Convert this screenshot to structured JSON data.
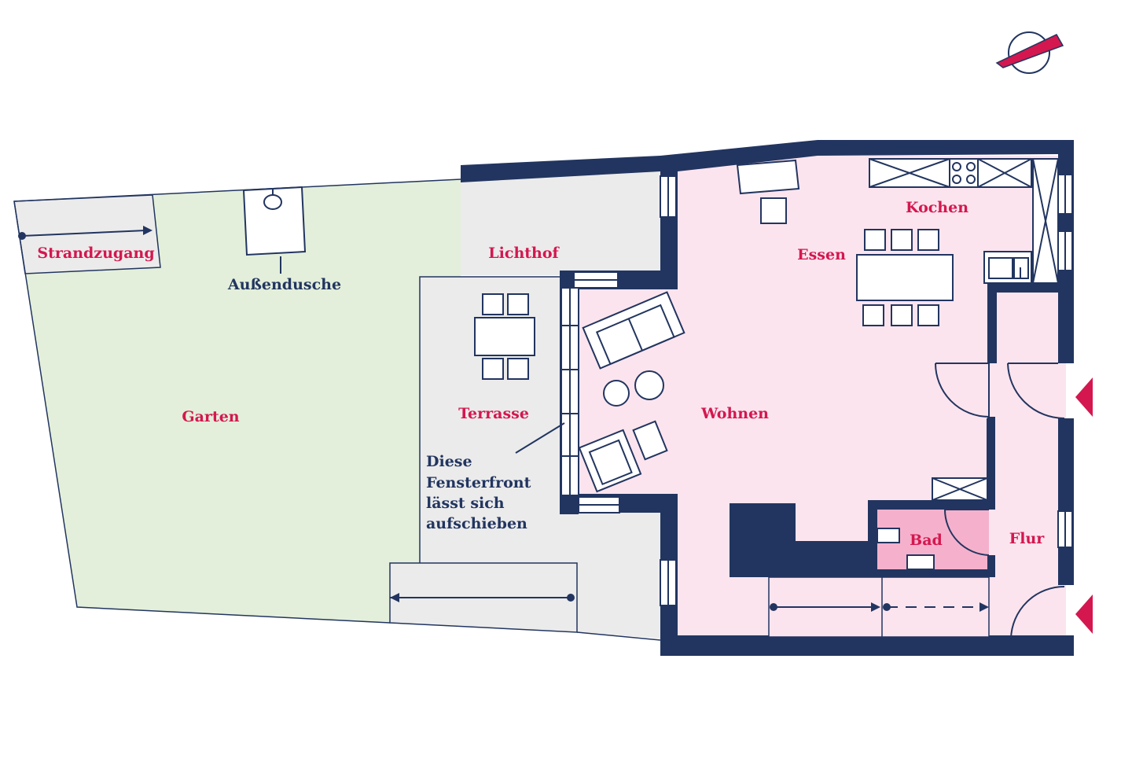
{
  "rooms": {
    "strandzugang": "Strandzugang",
    "aussendusche": "Außendusche",
    "lichthof": "Lichthof",
    "garten": "Garten",
    "terrasse": "Terrasse",
    "wohnen": "Wohnen",
    "essen": "Essen",
    "kochen": "Kochen",
    "bad": "Bad",
    "flur": "Flur"
  },
  "note": {
    "line1": "Diese",
    "line2": "Fensterfront",
    "line3": "lässt sich",
    "line4": "aufschieben"
  },
  "icons": {
    "logo": "compass-logo-icon",
    "entrance": "entrance-arrow-icon"
  },
  "colors": {
    "wall": "#223560",
    "accent": "#d4174f",
    "garden": "#e3efda",
    "outdoor": "#ebebeb",
    "interior": "#fce4ee",
    "bathroom": "#f5b1cc"
  }
}
